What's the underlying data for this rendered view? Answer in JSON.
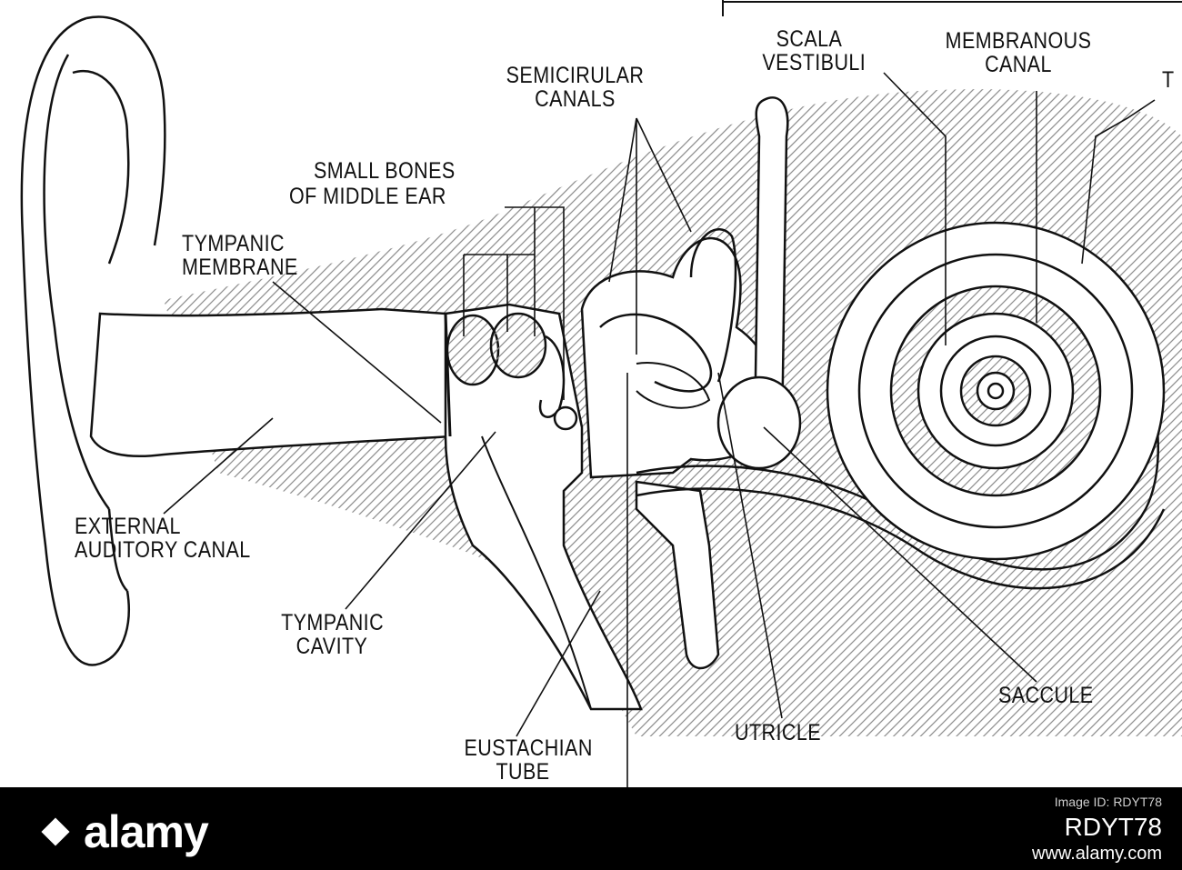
{
  "labels": {
    "scala_vestibuli": [
      "SCALA",
      "VESTIBULI"
    ],
    "membranous_canal": [
      "MEMBRANOUS",
      "CANAL"
    ],
    "cut_t": "T",
    "semicircular_canals": [
      "SEMICIRULAR",
      "CANALS"
    ],
    "small_bones": [
      "SMALL BONES",
      "OF MIDDLE EAR"
    ],
    "tympanic_membrane": [
      "TYMPANIC",
      "MEMBRANE"
    ],
    "external_auditory_canal": [
      "EXTERNAL",
      "AUDITORY CANAL"
    ],
    "tympanic_cavity": [
      "TYMPANIC",
      "CAVITY"
    ],
    "eustachian_tube": [
      "EUSTACHIAN",
      "TUBE"
    ],
    "utricle": "UTRICLE",
    "saccule": "SACCULE"
  },
  "watermark": {
    "brand": "alamy",
    "caption": "Image ID: RDYT78",
    "image_id": "RDYT78",
    "url": "www.alamy.com"
  },
  "colors": {
    "ink": "#111111",
    "hatch": "#8a8a8a",
    "bar": "#000000"
  }
}
